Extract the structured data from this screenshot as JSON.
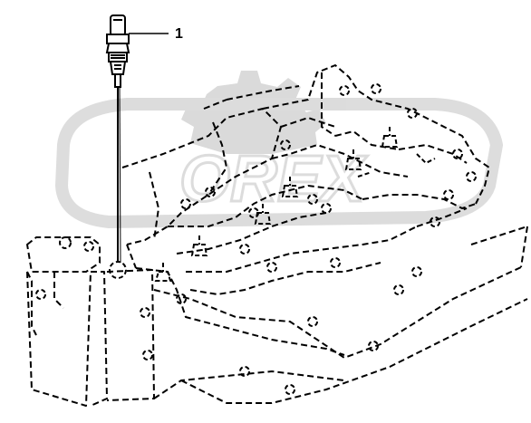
{
  "diagram": {
    "callouts": [
      {
        "label": "1",
        "part": "sensor"
      }
    ],
    "watermark_icon": "gear-watermark",
    "colors": {
      "line": "#000000",
      "watermark": "#d6d6d6",
      "background": "#ffffff"
    }
  }
}
